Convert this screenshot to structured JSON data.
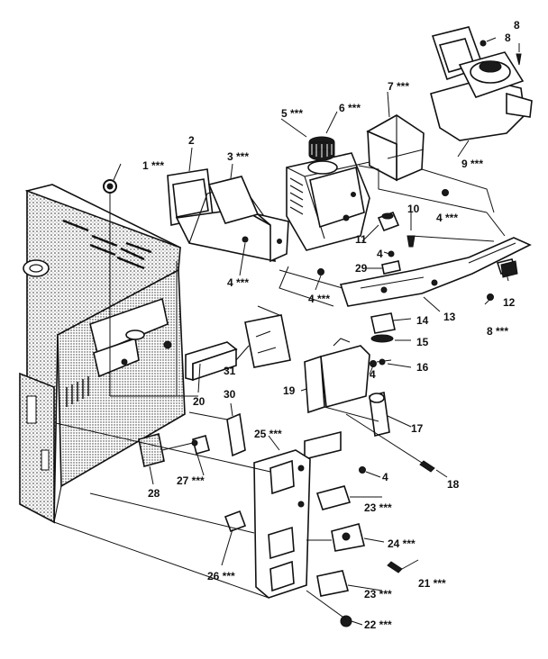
{
  "diagram": {
    "callouts": [
      {
        "id": "c1",
        "text": "1 ***"
      },
      {
        "id": "c2",
        "text": "2"
      },
      {
        "id": "c3",
        "text": "3 ***"
      },
      {
        "id": "c4a",
        "text": "4 ***"
      },
      {
        "id": "c4b",
        "text": "4 ***"
      },
      {
        "id": "c4c",
        "text": "4 ***"
      },
      {
        "id": "c4d",
        "text": "4"
      },
      {
        "id": "c4e",
        "text": "4"
      },
      {
        "id": "c4f",
        "text": "4"
      },
      {
        "id": "c5",
        "text": "5 ***"
      },
      {
        "id": "c6",
        "text": "6 ***"
      },
      {
        "id": "c7",
        "text": "7 ***"
      },
      {
        "id": "c8a",
        "text": "8"
      },
      {
        "id": "c8b",
        "text": "8"
      },
      {
        "id": "c8c",
        "text": "8 ***"
      },
      {
        "id": "c9",
        "text": "9 ***"
      },
      {
        "id": "c10",
        "text": "10"
      },
      {
        "id": "c11",
        "text": "11"
      },
      {
        "id": "c12",
        "text": "12"
      },
      {
        "id": "c13",
        "text": "13"
      },
      {
        "id": "c14",
        "text": "14"
      },
      {
        "id": "c15",
        "text": "15"
      },
      {
        "id": "c16",
        "text": "16"
      },
      {
        "id": "c17",
        "text": "17"
      },
      {
        "id": "c18",
        "text": "18"
      },
      {
        "id": "c19",
        "text": "19"
      },
      {
        "id": "c20",
        "text": "20"
      },
      {
        "id": "c21",
        "text": "21 ***"
      },
      {
        "id": "c22",
        "text": "22 ***"
      },
      {
        "id": "c23a",
        "text": "23 ***"
      },
      {
        "id": "c23b",
        "text": "23 ***"
      },
      {
        "id": "c24",
        "text": "24 ***"
      },
      {
        "id": "c25",
        "text": "25 ***"
      },
      {
        "id": "c26",
        "text": "26 ***"
      },
      {
        "id": "c27",
        "text": "27 ***"
      },
      {
        "id": "c28",
        "text": "28"
      },
      {
        "id": "c29",
        "text": "29"
      },
      {
        "id": "c30",
        "text": "30"
      },
      {
        "id": "c31",
        "text": "31"
      }
    ]
  }
}
